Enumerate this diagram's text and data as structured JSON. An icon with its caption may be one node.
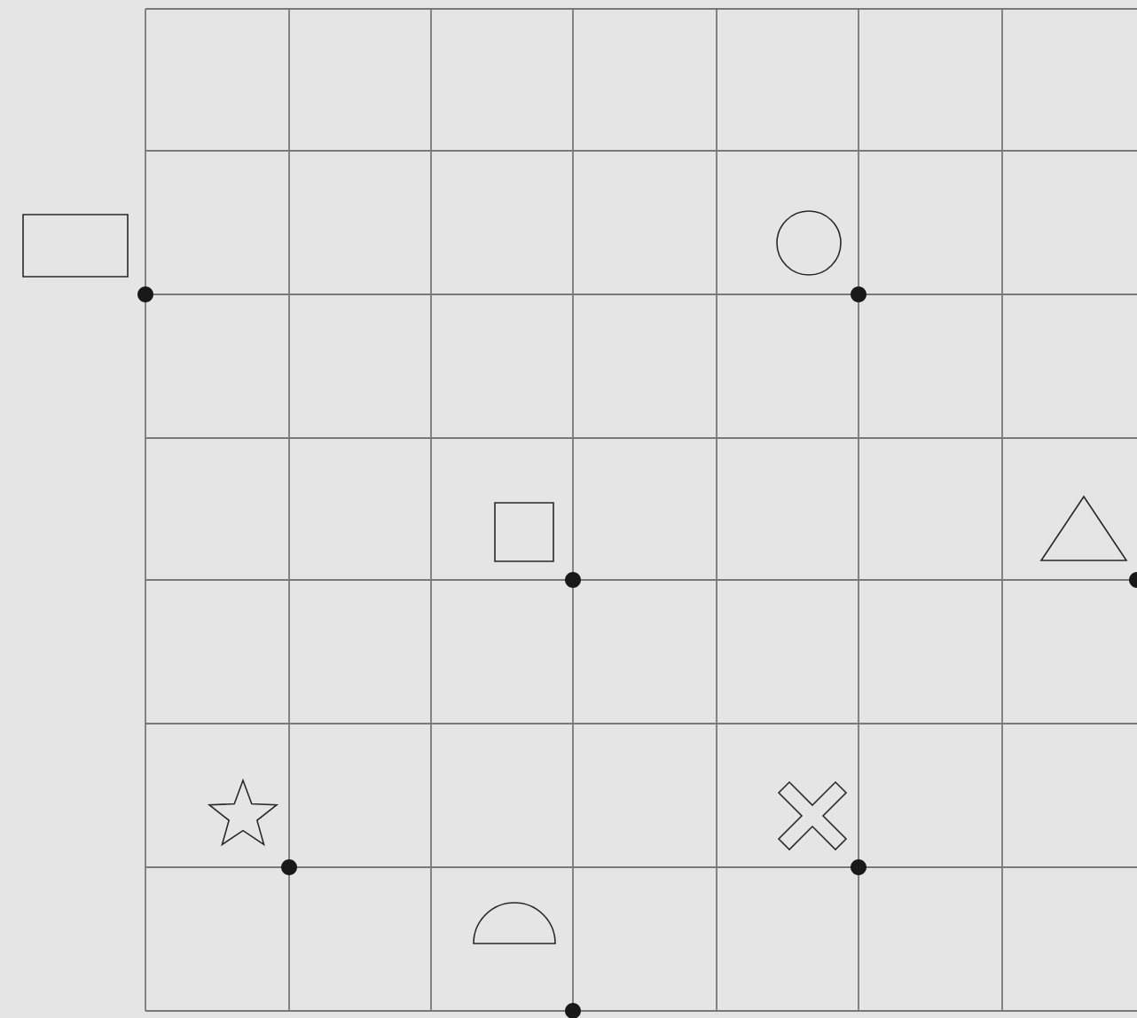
{
  "diagram": {
    "nodes": [
      {
        "text": [],
        "shape": "box"
      },
      {
        "text": [],
        "shape": "circle"
      },
      {
        "text": [],
        "shape": "square"
      },
      {
        "text": [],
        "shape": "triangle"
      },
      {
        "text": [],
        "shape": "star"
      },
      {
        "text": [],
        "shape": "cross"
      },
      {
        "text": [],
        "shape": "semicircle"
      }
    ]
  }
}
